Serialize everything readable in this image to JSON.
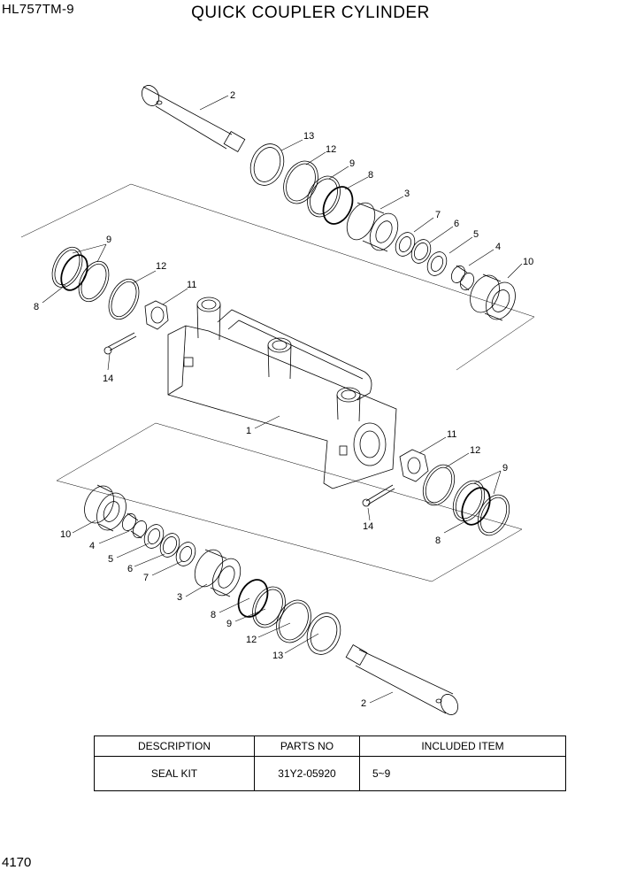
{
  "header": {
    "model": "HL757TM-9",
    "title": "QUICK COUPLER CYLINDER"
  },
  "callouts": {
    "top": [
      "2",
      "13",
      "12",
      "9",
      "8",
      "3",
      "7",
      "6",
      "5",
      "4",
      "10"
    ],
    "left": [
      "9",
      "8",
      "12",
      "11",
      "14"
    ],
    "center": [
      "1"
    ],
    "right": [
      "11",
      "12",
      "9",
      "14",
      "8"
    ],
    "bottom": [
      "10",
      "4",
      "5",
      "6",
      "7",
      "3",
      "8",
      "9",
      "12",
      "13",
      "2"
    ]
  },
  "table": {
    "headers": [
      "DESCRIPTION",
      "PARTS NO",
      "INCLUDED ITEM"
    ],
    "rows": [
      {
        "description": "SEAL KIT",
        "parts_no": "31Y2-05920",
        "included": "5~9"
      }
    ]
  },
  "footer": {
    "page": "4170"
  }
}
